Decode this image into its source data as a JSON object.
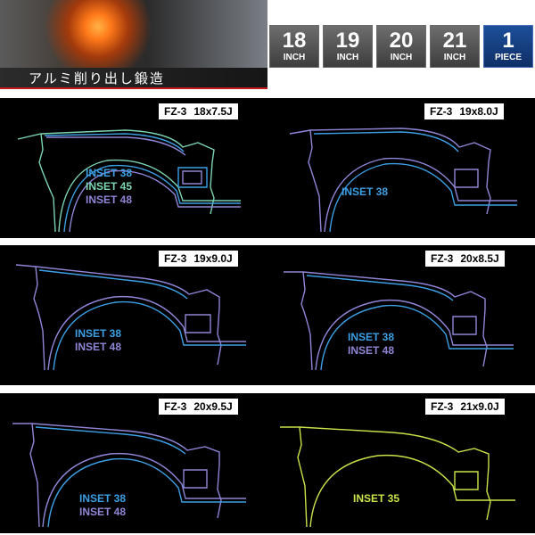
{
  "banner": {
    "caption": "アルミ削り出し鍛造"
  },
  "badges": [
    {
      "num": "18",
      "unit": "INCH"
    },
    {
      "num": "19",
      "unit": "INCH"
    },
    {
      "num": "20",
      "unit": "INCH"
    },
    {
      "num": "21",
      "unit": "INCH"
    },
    {
      "num": "1",
      "unit": "PIECE"
    }
  ],
  "colors": {
    "inset_38": "#3d9fe3",
    "inset_45": "#7bd3b0",
    "inset_48": "#8f86d6",
    "inset_35": "#c9e34a"
  },
  "profiles": [
    {
      "model": "FZ-3",
      "size": "18x7.5J",
      "insets": [
        "INSET 38",
        "INSET 45",
        "INSET 48"
      ]
    },
    {
      "model": "FZ-3",
      "size": "19x8.0J",
      "insets": [
        "INSET 38"
      ]
    },
    {
      "model": "FZ-3",
      "size": "19x9.0J",
      "insets": [
        "INSET 38",
        "INSET 48"
      ]
    },
    {
      "model": "FZ-3",
      "size": "20x8.5J",
      "insets": [
        "INSET 38",
        "INSET 48"
      ]
    },
    {
      "model": "FZ-3",
      "size": "20x9.5J",
      "insets": [
        "INSET 38",
        "INSET 48"
      ]
    },
    {
      "model": "FZ-3",
      "size": "21x9.0J",
      "insets": [
        "INSET 35"
      ]
    }
  ]
}
